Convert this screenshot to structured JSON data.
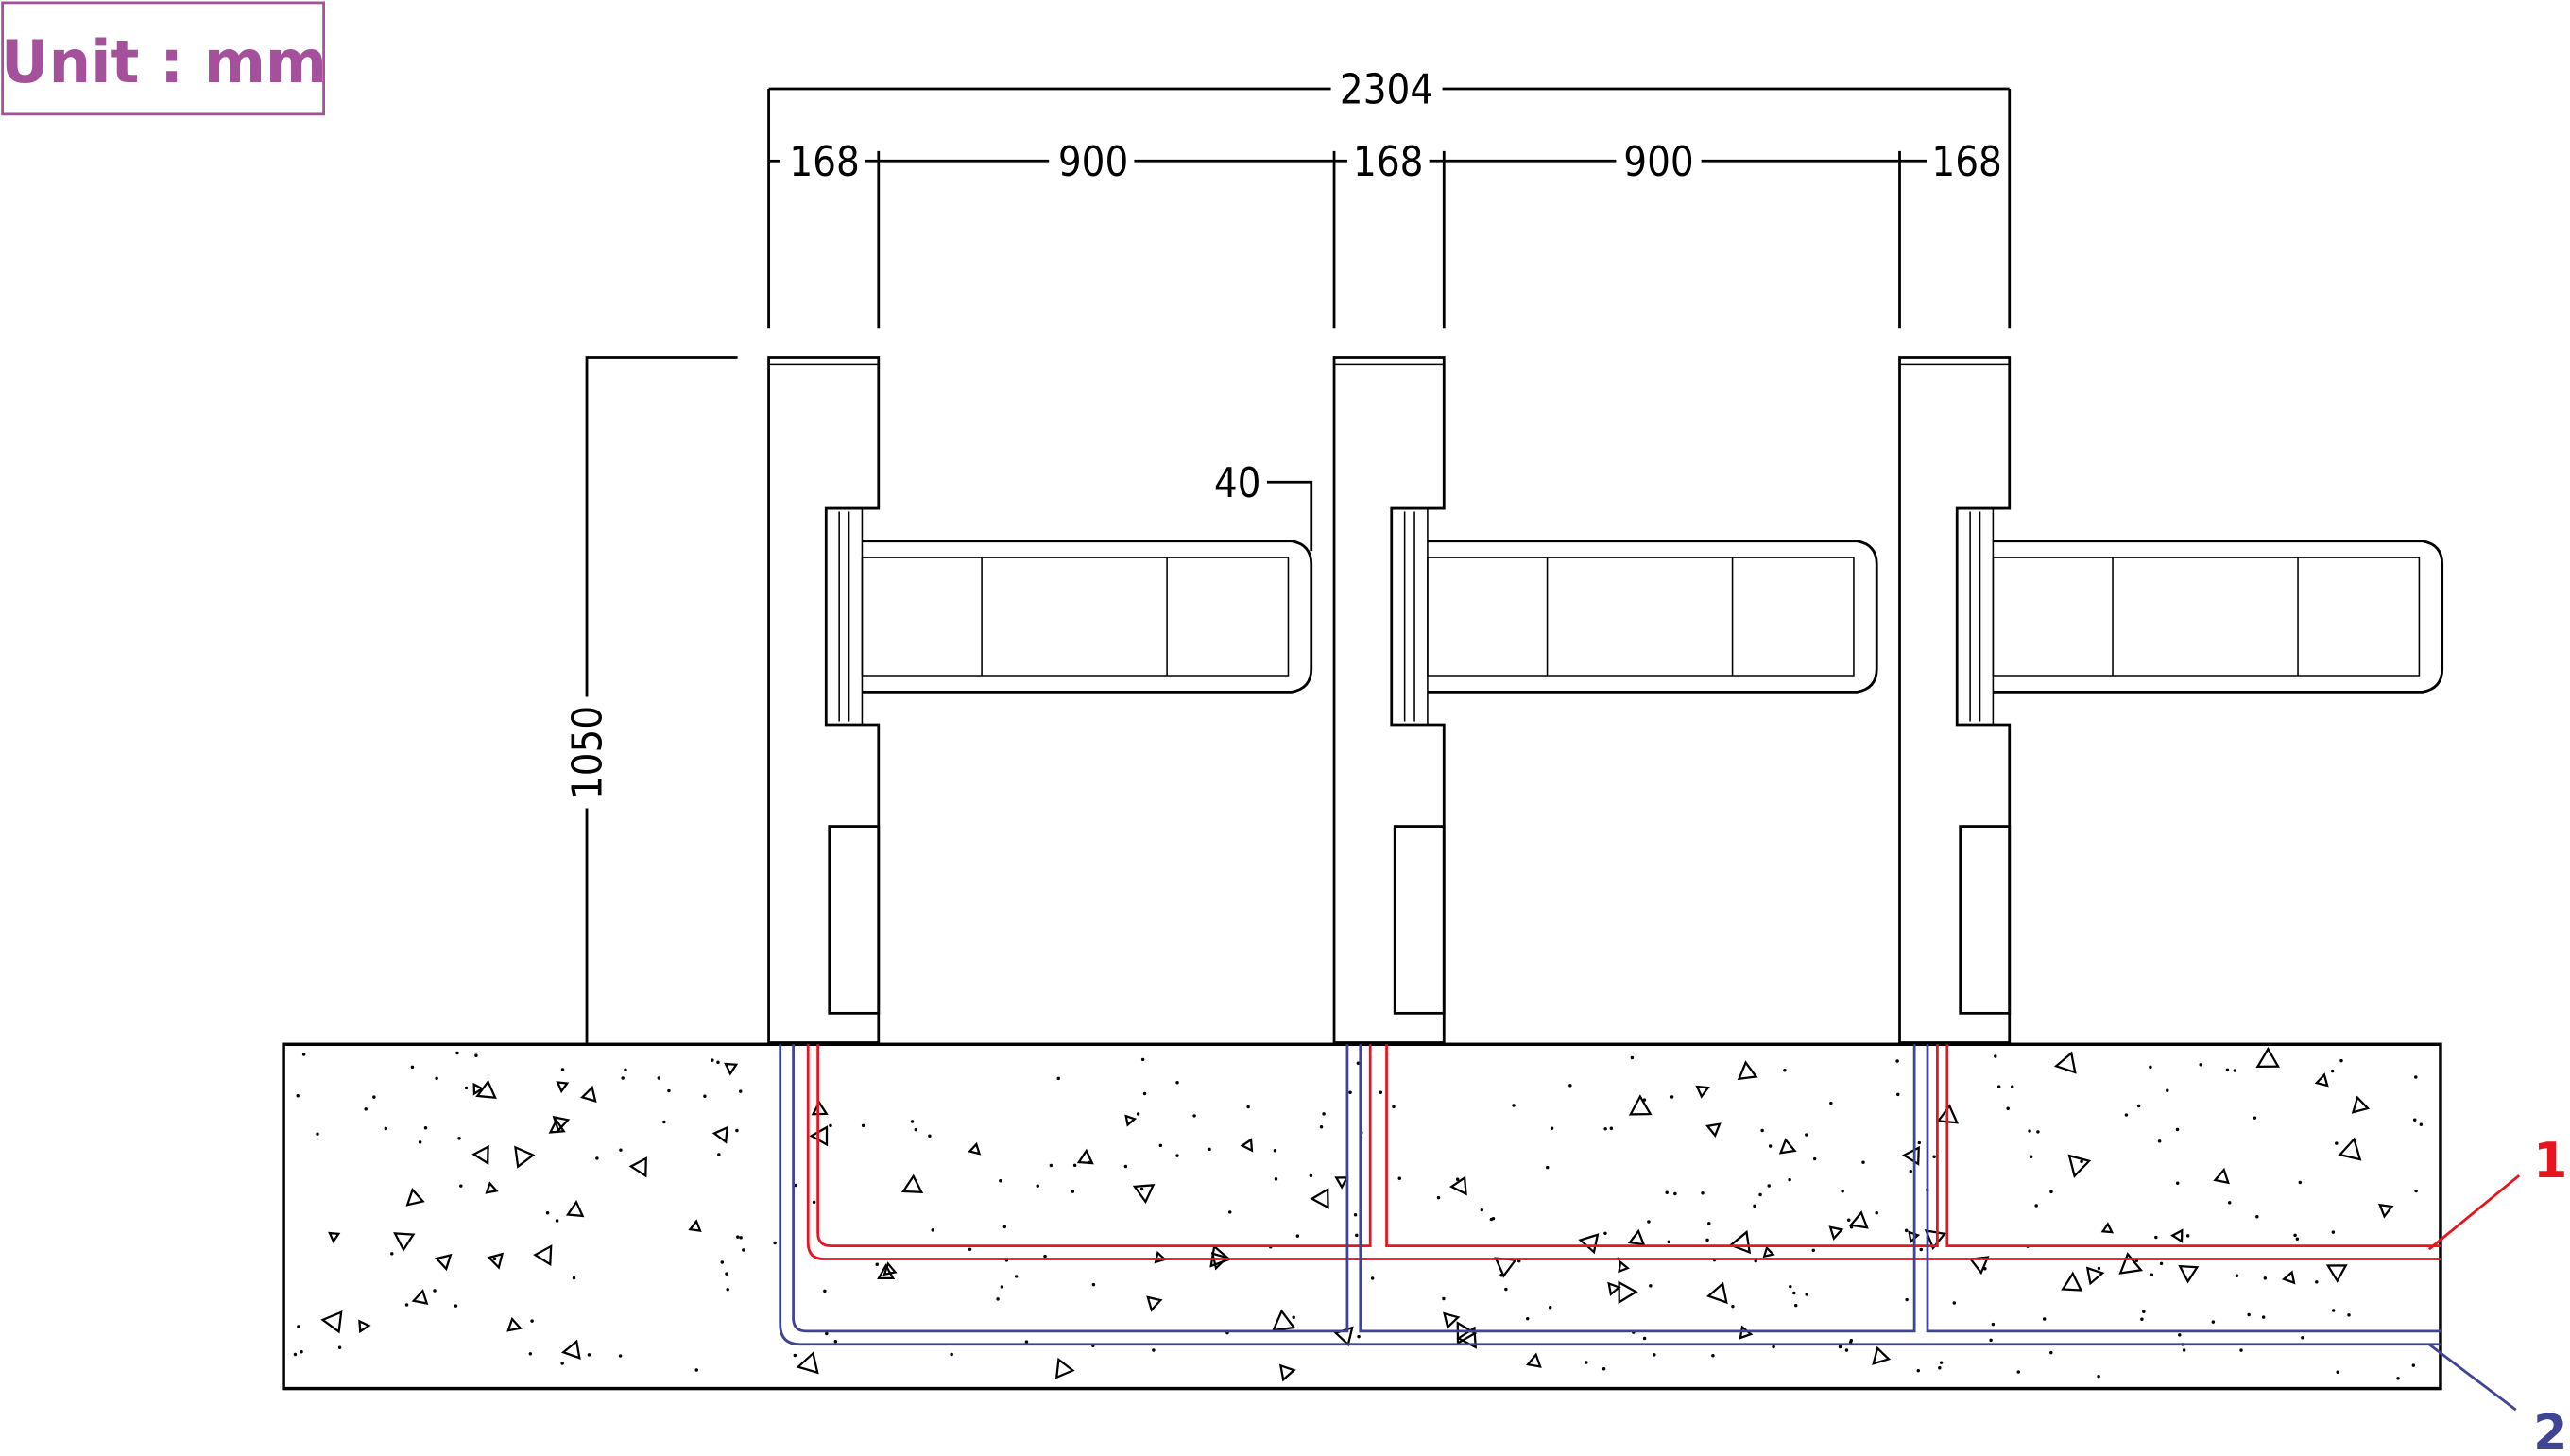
{
  "unit_label": "Unit : mm",
  "dimensions": {
    "overall_width": "2304",
    "post_width_1": "168",
    "gap_1": "900",
    "post_width_2": "168",
    "gap_2": "900",
    "post_width_3": "168",
    "height": "1050",
    "arm_end": "40"
  },
  "callouts": {
    "one": "1",
    "two": "2"
  },
  "colors": {
    "unit_label": "#a4509b",
    "callout_1_line": "#e8141e",
    "callout_2_line": "#3f4495"
  }
}
